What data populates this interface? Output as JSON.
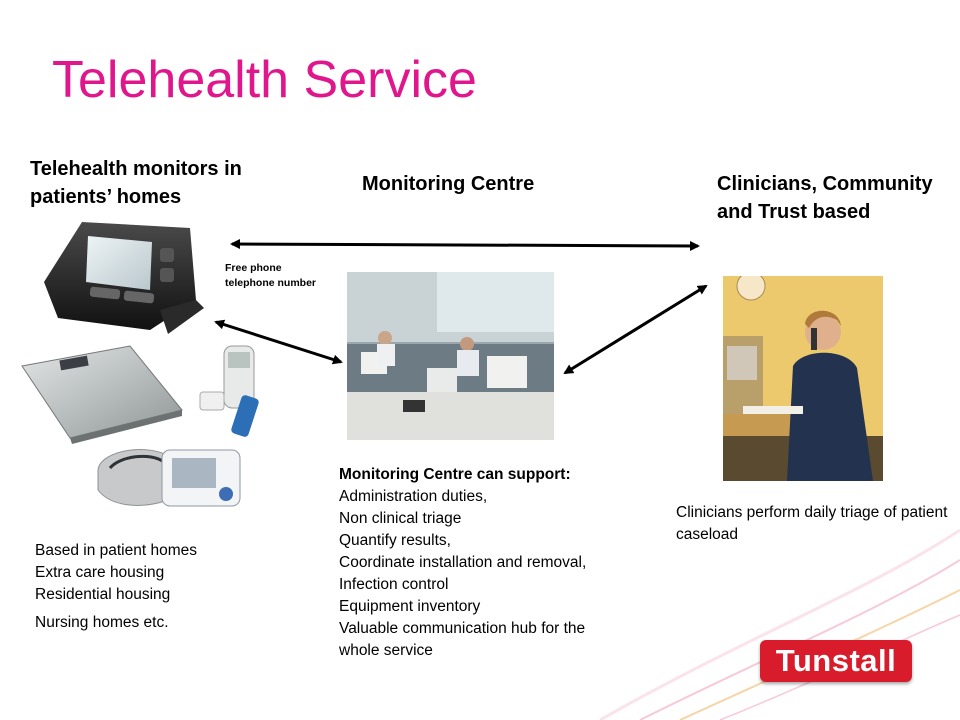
{
  "title": "Telehealth Service",
  "columns": {
    "left_heading": "Telehealth monitors in patients’ homes",
    "middle_heading": "Monitoring Centre",
    "right_heading": "Clinicians, Community and Trust based"
  },
  "free_phone_label": "Free phone telephone number",
  "left_list": [
    "Based in patient homes",
    "Extra care housing",
    "Residential housing",
    "Nursing homes etc."
  ],
  "middle_list": {
    "heading": "Monitoring Centre can support:",
    "items": [
      "Administration duties,",
      "Non clinical triage",
      "Quantify results,",
      "Coordinate installation and removal,",
      "Infection control",
      "Equipment inventory",
      "Valuable communication hub for the",
      "whole service"
    ]
  },
  "right_text": "Clinicians perform daily triage of patient caseload",
  "logo_text": "Tunstall",
  "colors": {
    "title": "#e0178c",
    "logo_bg": "#d81c2c",
    "swoosh": "#f7c9d9"
  }
}
